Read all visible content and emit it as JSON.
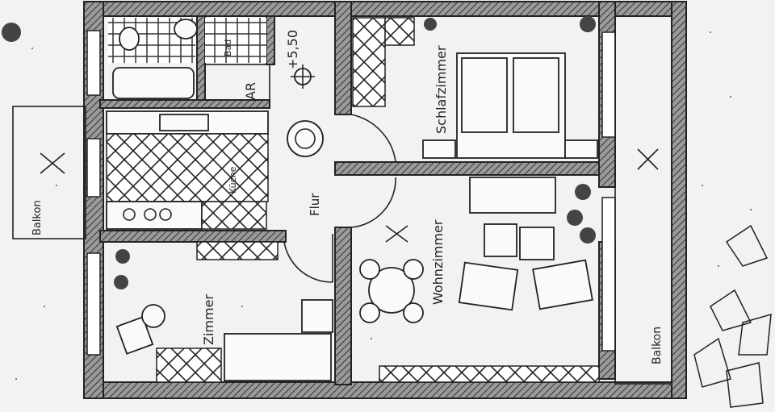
{
  "floorplan": {
    "elevation": "+5,50",
    "rooms": {
      "bedroom": "Schlafzimmer",
      "living": "Wohnzimmer",
      "hall": "Flur",
      "room": "Zimmer",
      "storage": "AR",
      "kitchen": "Küche",
      "bath": "Bad",
      "balcony_left": "Balkon",
      "balcony_right": "Balkon"
    }
  },
  "colors": {
    "ink": "#222222",
    "paper": "#f2f2f0",
    "wall_fill": "#8a8a8a"
  }
}
